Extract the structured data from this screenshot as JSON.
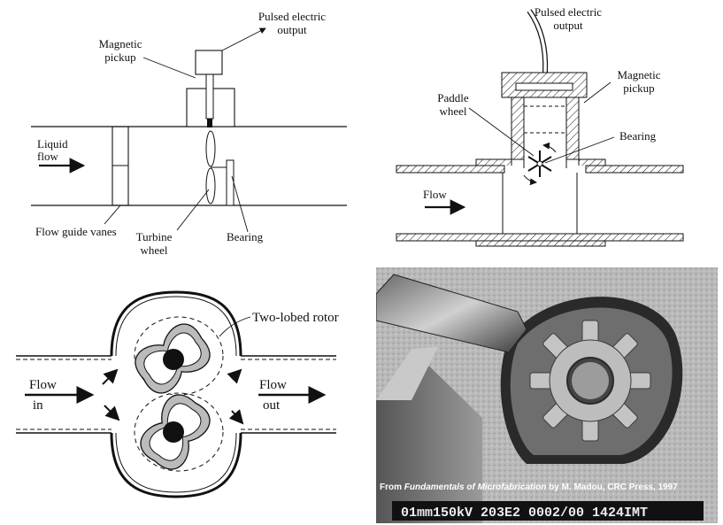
{
  "turbine": {
    "output_line1": "Pulsed electric",
    "output_line2": "output",
    "pickup_line1": "Magnetic",
    "pickup_line2": "pickup",
    "liquid": "Liquid",
    "flow": "flow",
    "vanes": "Flow guide vanes",
    "turbine_line1": "Turbine",
    "turbine_line2": "wheel",
    "bearing": "Bearing"
  },
  "paddle": {
    "output_line1": "Pulsed electric",
    "output_line2": "output",
    "pickup_line1": "Magnetic",
    "pickup_line2": "pickup",
    "paddle_line1": "Paddle",
    "paddle_line2": "wheel",
    "bearing": "Bearing",
    "flow": "Flow"
  },
  "rotor": {
    "rotor_label": "Two-lobed rotor",
    "in_line1": "Flow",
    "in_line2": "in",
    "out_line1": "Flow",
    "out_line2": "out"
  },
  "sem": {
    "credit_prefix": "From ",
    "credit_title": "Fundamentals of Microfabrication",
    "credit_suffix": " by M. Madou, CRC Press, 1997",
    "databar": "01mm150kV 203E2 0002/00 1424IMT"
  },
  "colors": {
    "ink": "#111111",
    "sem_dark": "#2a2a2a",
    "sem_mid": "#8a8a8a",
    "sem_light": "#c8c8c8"
  }
}
